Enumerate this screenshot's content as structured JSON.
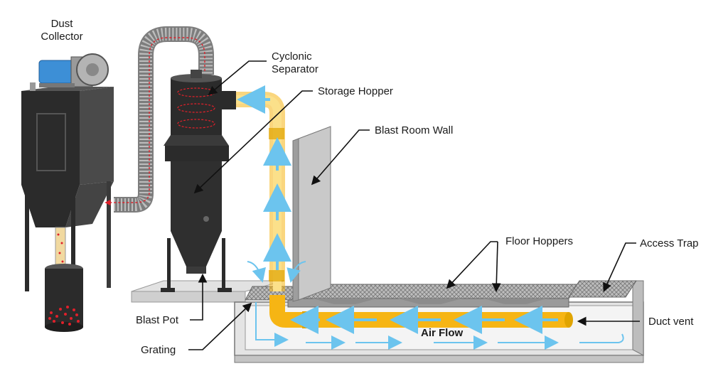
{
  "labels": {
    "dust_collector_line1": "Dust",
    "dust_collector_line2": "Collector",
    "cyclonic_line1": "Cyclonic",
    "cyclonic_line2": "Separator",
    "storage_hopper": "Storage Hopper",
    "blast_room_wall": "Blast Room Wall",
    "floor_hoppers": "Floor Hoppers",
    "access_trap": "Access Trap",
    "duct_vent": "Duct vent",
    "air_flow": "Air Flow",
    "blast_pot": "Blast Pot",
    "grating": "Grating"
  },
  "colors": {
    "machine_dark": "#2b2b2b",
    "machine_mid": "#4a4a4a",
    "motor_blue": "#3d8fd6",
    "duct_yellow": "#f6b514",
    "duct_yellow_light": "#fbe08a",
    "air_arrow_blue": "#6cc4ee",
    "particle_red": "#e0202a",
    "wall_gray": "#c9c9c9",
    "floor_gray": "#d8d8d8"
  }
}
